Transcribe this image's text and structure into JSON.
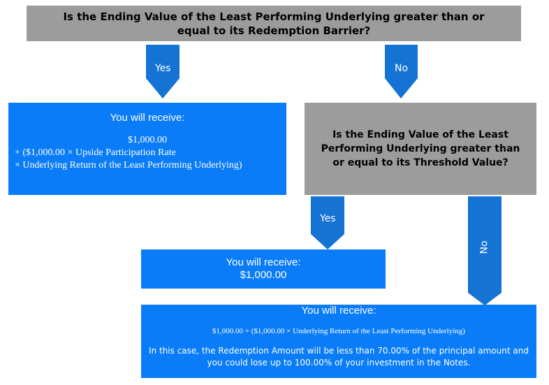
{
  "q1": {
    "text": "Is the Ending Value of the Least Performing Underlying greater than or equal to its Redemption Barrier?"
  },
  "yes1": {
    "label": "Yes"
  },
  "no1": {
    "label": "No"
  },
  "box_yes1": {
    "heading": "You will receive:",
    "line1": "$1,000.00",
    "line2": "+ ($1,000.00 × Upside Participation Rate",
    "line3": "× Underlying Return of the Least Performing Underlying)"
  },
  "q2": {
    "text": "Is the Ending Value of the Least Performing Underlying greater than or equal to its Threshold Value?"
  },
  "yes2": {
    "label": "Yes"
  },
  "no2": {
    "label": "No"
  },
  "box_yes2": {
    "heading": "You will receive:",
    "line1": "$1,000.00"
  },
  "box_no2": {
    "heading": "You will receive:",
    "formula": "$1,000.00 + ($1,000.00 × Underlying Return of the Least Performing Underlying)",
    "note": "In this case, the Redemption Amount will be less than 70.00% of the principal amount and you could lose up to 100.00% of your investment in the Notes."
  },
  "colors": {
    "gray": "#9c9c9c",
    "blue": "#0a7cf7",
    "arrow": "#1573d4"
  }
}
